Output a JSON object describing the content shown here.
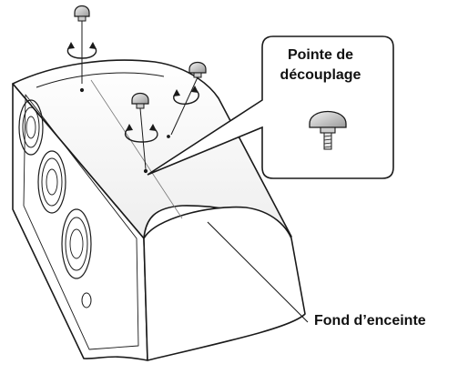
{
  "labels": {
    "spike_line1": "Pointe de",
    "spike_line2": "découplage",
    "cabinet_back": "Fond d’enceinte"
  },
  "icons": [
    "spike-icon",
    "rotation-arrow-icon",
    "speaker-cabinet-illustration"
  ],
  "colors": {
    "line": "#1a1a1a",
    "shade": "#d9d9d9",
    "paper": "#ffffff"
  }
}
